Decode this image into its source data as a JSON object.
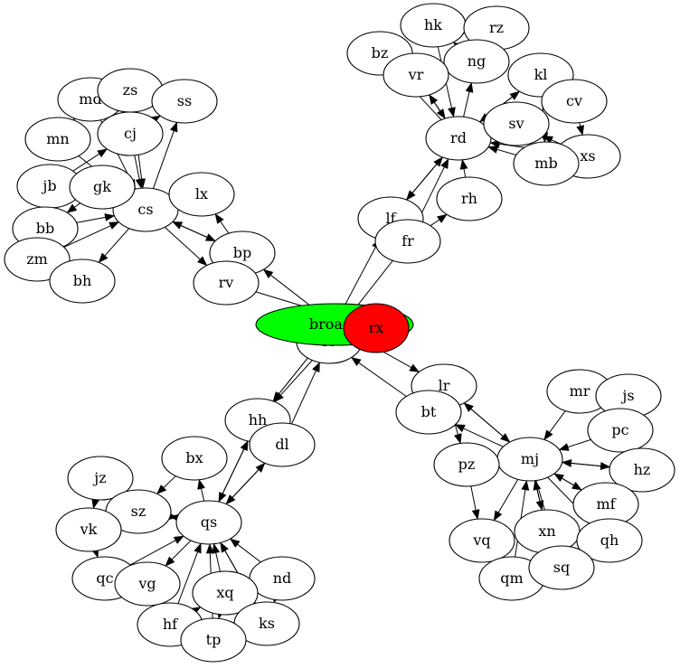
{
  "graph": {
    "colors": {
      "node_fill": "#ffffff",
      "edge": "#000000",
      "hub_broadc": "#00ff00",
      "hub_rx": "#ff0000"
    },
    "nodes": [
      {
        "id": "broadc",
        "label": "broadc",
        "fill": "#00ff00"
      },
      {
        "id": "rx",
        "label": "rx",
        "fill": "#ff0000"
      },
      {
        "id": "rs",
        "label": "rs"
      },
      {
        "id": "lf",
        "label": "lf"
      },
      {
        "id": "fr",
        "label": "fr"
      },
      {
        "id": "rd",
        "label": "rd"
      },
      {
        "id": "hk",
        "label": "hk"
      },
      {
        "id": "rz",
        "label": "rz"
      },
      {
        "id": "bz",
        "label": "bz"
      },
      {
        "id": "ng",
        "label": "ng"
      },
      {
        "id": "vr",
        "label": "vr"
      },
      {
        "id": "kl",
        "label": "kl"
      },
      {
        "id": "cv",
        "label": "cv"
      },
      {
        "id": "sv",
        "label": "sv"
      },
      {
        "id": "xs",
        "label": "xs"
      },
      {
        "id": "mb",
        "label": "mb"
      },
      {
        "id": "rh",
        "label": "rh"
      },
      {
        "id": "cs",
        "label": "cs"
      },
      {
        "id": "md",
        "label": "md"
      },
      {
        "id": "zs",
        "label": "zs"
      },
      {
        "id": "ss",
        "label": "ss"
      },
      {
        "id": "mn",
        "label": "mn"
      },
      {
        "id": "cj",
        "label": "cj"
      },
      {
        "id": "jb",
        "label": "jb"
      },
      {
        "id": "gk",
        "label": "gk"
      },
      {
        "id": "lx",
        "label": "lx"
      },
      {
        "id": "bb",
        "label": "bb"
      },
      {
        "id": "zm",
        "label": "zm"
      },
      {
        "id": "bh",
        "label": "bh"
      },
      {
        "id": "bp",
        "label": "bp"
      },
      {
        "id": "rv",
        "label": "rv"
      },
      {
        "id": "lr",
        "label": "lr"
      },
      {
        "id": "bt",
        "label": "bt"
      },
      {
        "id": "mr",
        "label": "mr"
      },
      {
        "id": "js",
        "label": "js"
      },
      {
        "id": "pc",
        "label": "pc"
      },
      {
        "id": "mj",
        "label": "mj"
      },
      {
        "id": "pz",
        "label": "pz"
      },
      {
        "id": "hz",
        "label": "hz"
      },
      {
        "id": "mf",
        "label": "mf"
      },
      {
        "id": "vq",
        "label": "vq"
      },
      {
        "id": "xn",
        "label": "xn"
      },
      {
        "id": "qh",
        "label": "qh"
      },
      {
        "id": "qm",
        "label": "qm"
      },
      {
        "id": "sq",
        "label": "sq"
      },
      {
        "id": "hh",
        "label": "hh"
      },
      {
        "id": "dl",
        "label": "dl"
      },
      {
        "id": "bx",
        "label": "bx"
      },
      {
        "id": "qs",
        "label": "qs"
      },
      {
        "id": "jz",
        "label": "jz"
      },
      {
        "id": "sz",
        "label": "sz"
      },
      {
        "id": "vk",
        "label": "vk"
      },
      {
        "id": "qc",
        "label": "qc"
      },
      {
        "id": "vg",
        "label": "vg"
      },
      {
        "id": "nd",
        "label": "nd"
      },
      {
        "id": "xq",
        "label": "xq"
      },
      {
        "id": "hf",
        "label": "hf"
      },
      {
        "id": "ks",
        "label": "ks"
      },
      {
        "id": "tp",
        "label": "tp"
      }
    ],
    "edges": [
      [
        "broadc",
        "lf"
      ],
      [
        "broadc",
        "bp"
      ],
      [
        "broadc",
        "lr"
      ],
      [
        "broadc",
        "hh"
      ],
      [
        "fr",
        "rs"
      ],
      [
        "rv",
        "rx"
      ],
      [
        "bt",
        "rs"
      ],
      [
        "dl",
        "rs"
      ],
      [
        "lf",
        "rd"
      ],
      [
        "rd",
        "lf"
      ],
      [
        "fr",
        "rd"
      ],
      [
        "fr",
        "rh"
      ],
      [
        "rh",
        "rd"
      ],
      [
        "rd",
        "bz"
      ],
      [
        "hk",
        "rz"
      ],
      [
        "rz",
        "ng"
      ],
      [
        "ng",
        "hk"
      ],
      [
        "hk",
        "rd"
      ],
      [
        "rd",
        "ng"
      ],
      [
        "vr",
        "ng"
      ],
      [
        "rd",
        "vr"
      ],
      [
        "vr",
        "rd"
      ],
      [
        "kl",
        "rd"
      ],
      [
        "kl",
        "mb"
      ],
      [
        "rd",
        "kl"
      ],
      [
        "cv",
        "xs"
      ],
      [
        "xs",
        "sv"
      ],
      [
        "mb",
        "rd"
      ],
      [
        "sv",
        "rd"
      ],
      [
        "xs",
        "rd"
      ],
      [
        "mb",
        "xs"
      ],
      [
        "bp",
        "lx"
      ],
      [
        "bp",
        "cs"
      ],
      [
        "cs",
        "bp"
      ],
      [
        "lx",
        "cs"
      ],
      [
        "cs",
        "rv"
      ],
      [
        "md",
        "mn"
      ],
      [
        "md",
        "cs"
      ],
      [
        "zs",
        "cs"
      ],
      [
        "zs",
        "ss"
      ],
      [
        "cs",
        "ss"
      ],
      [
        "cj",
        "cs"
      ],
      [
        "cj",
        "ss"
      ],
      [
        "mn",
        "cs"
      ],
      [
        "jb",
        "cj"
      ],
      [
        "jb",
        "cs"
      ],
      [
        "gk",
        "cs"
      ],
      [
        "gk",
        "bb"
      ],
      [
        "bb",
        "cs"
      ],
      [
        "bb",
        "jb"
      ],
      [
        "zm",
        "cs"
      ],
      [
        "zm",
        "bh"
      ],
      [
        "cs",
        "bh"
      ],
      [
        "lr",
        "mj"
      ],
      [
        "lr",
        "pz"
      ],
      [
        "mj",
        "lr"
      ],
      [
        "mj",
        "bt"
      ],
      [
        "mr",
        "js"
      ],
      [
        "mr",
        "mj"
      ],
      [
        "js",
        "pc"
      ],
      [
        "pc",
        "mj"
      ],
      [
        "mj",
        "hz"
      ],
      [
        "hz",
        "mj"
      ],
      [
        "mf",
        "hz"
      ],
      [
        "mj",
        "mf"
      ],
      [
        "mf",
        "mj"
      ],
      [
        "mj",
        "vq"
      ],
      [
        "pz",
        "vq"
      ],
      [
        "pz",
        "mj"
      ],
      [
        "mj",
        "xn"
      ],
      [
        "xn",
        "mj"
      ],
      [
        "mj",
        "sq"
      ],
      [
        "mj",
        "qh"
      ],
      [
        "xn",
        "qh"
      ],
      [
        "vq",
        "qm"
      ],
      [
        "qm",
        "mj"
      ],
      [
        "qm",
        "sq"
      ],
      [
        "rs",
        "hh"
      ],
      [
        "hh",
        "qs"
      ],
      [
        "qs",
        "hh"
      ],
      [
        "qs",
        "dl"
      ],
      [
        "dl",
        "qs"
      ],
      [
        "qs",
        "bx"
      ],
      [
        "bx",
        "sz"
      ],
      [
        "sz",
        "qs"
      ],
      [
        "qs",
        "sz"
      ],
      [
        "jz",
        "vk"
      ],
      [
        "jz",
        "sz"
      ],
      [
        "vk",
        "qc"
      ],
      [
        "qc",
        "vg"
      ],
      [
        "vg",
        "hf"
      ],
      [
        "qs",
        "vg"
      ],
      [
        "qc",
        "qs"
      ],
      [
        "nd",
        "qs"
      ],
      [
        "nd",
        "ks"
      ],
      [
        "xq",
        "qs"
      ],
      [
        "xq",
        "tp"
      ],
      [
        "hf",
        "qs"
      ],
      [
        "ks",
        "qs"
      ],
      [
        "ks",
        "tp"
      ],
      [
        "tp",
        "qs"
      ],
      [
        "hf",
        "xq"
      ],
      [
        "qs",
        "ks"
      ]
    ]
  }
}
